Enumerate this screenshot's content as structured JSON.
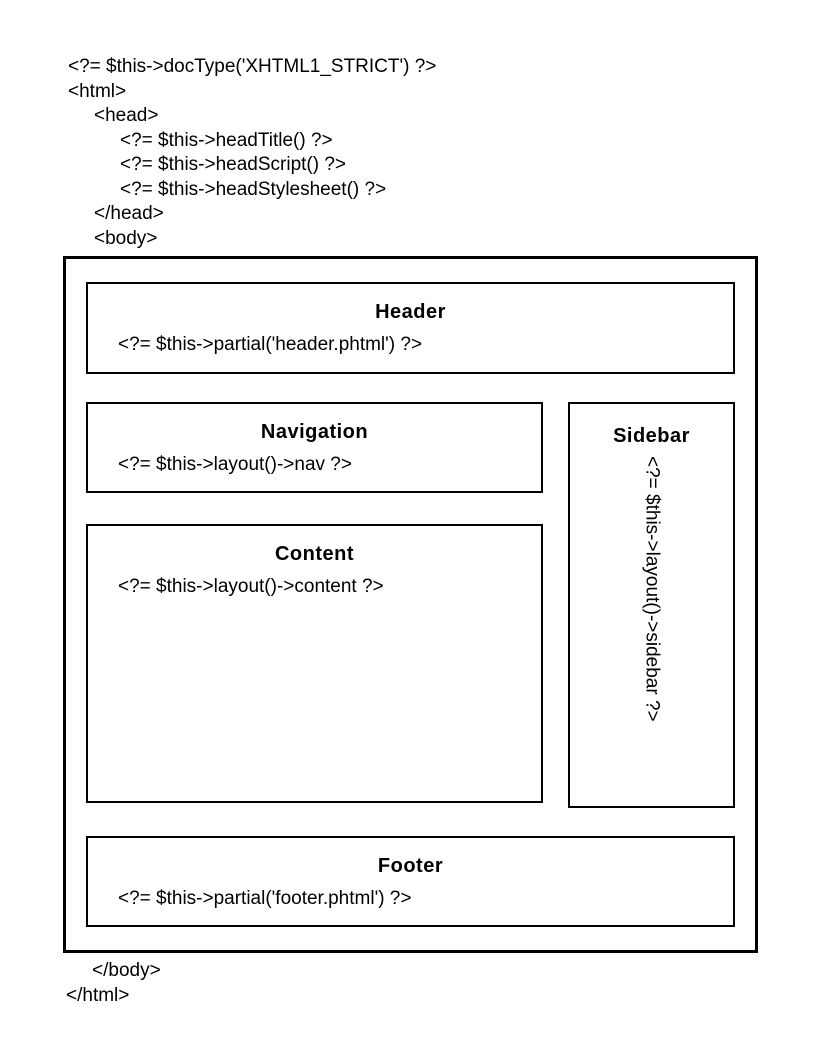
{
  "colors": {
    "foreground": "#000000",
    "background": "#ffffff"
  },
  "code_top": [
    {
      "indent": 0,
      "text": "<?= $this->docType('XHTML1_STRICT') ?>"
    },
    {
      "indent": 0,
      "text": "<html>"
    },
    {
      "indent": 1,
      "text": "<head>"
    },
    {
      "indent": 2,
      "text": "<?= $this->headTitle() ?>"
    },
    {
      "indent": 2,
      "text": "<?= $this->headScript() ?>"
    },
    {
      "indent": 2,
      "text": "<?= $this->headStylesheet() ?>"
    },
    {
      "indent": 1,
      "text": "</head>"
    },
    {
      "indent": 1,
      "text": "<body>"
    }
  ],
  "diagram": {
    "header": {
      "title": "Header",
      "code": "<?= $this->partial('header.phtml') ?>"
    },
    "navigation": {
      "title": "Navigation",
      "code": "<?= $this->layout()->nav ?>"
    },
    "content": {
      "title": "Content",
      "code": "<?= $this->layout()->content ?>"
    },
    "sidebar": {
      "title": "Sidebar",
      "code": "<?= $this->layout()->sidebar ?>"
    },
    "footer": {
      "title": "Footer",
      "code": "<?= $this->partial('footer.phtml') ?>"
    }
  },
  "code_bottom": [
    {
      "indent": 1,
      "text": "</body>"
    },
    {
      "indent": 0,
      "text": "</html>"
    }
  ]
}
